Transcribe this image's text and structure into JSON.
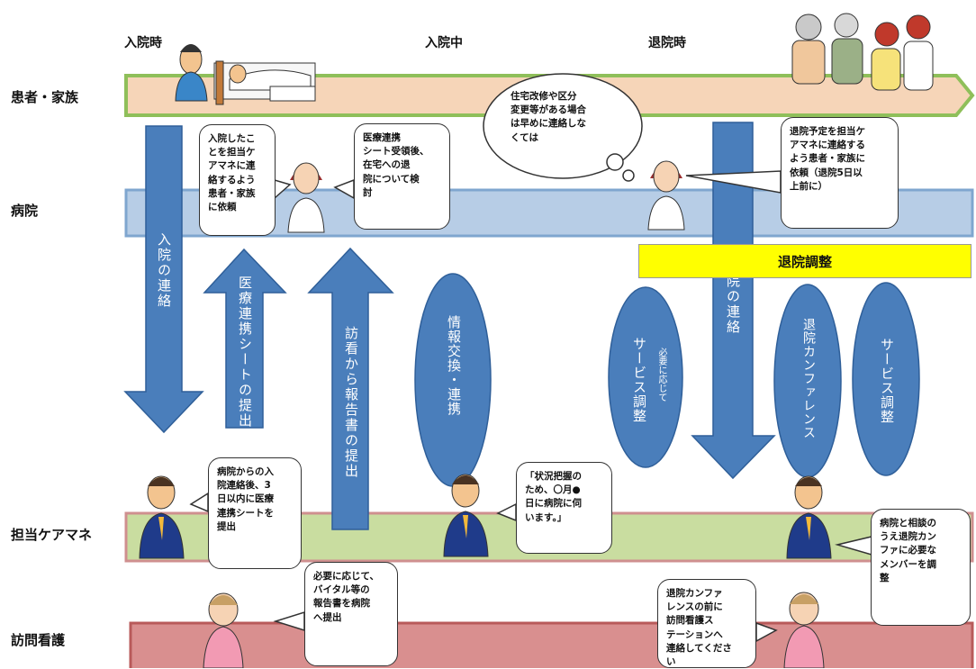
{
  "phases": {
    "admission": "入院時",
    "during": "入院中",
    "discharge": "退院時"
  },
  "lanes": {
    "patient": "患者・家族",
    "hospital": "病院",
    "caremanager": "担当ケアマネ",
    "nursing": "訪問看護"
  },
  "arrows": {
    "admission_contact": "入院の連絡",
    "medical_sheet": "医療連携シートの提出",
    "nursing_report": "訪看から報告書の提出",
    "discharge_contact": "退院の連絡"
  },
  "ellipses": {
    "info_exchange": "情報交換・連携",
    "service_adjust_note": "必要に応じて",
    "service_adjust": "サービス調整",
    "conference": "退院カンファレンス",
    "service_adjust2": "サービス調整"
  },
  "discharge_adjust": "退院調整",
  "bubbles": {
    "hospital_left": "入院したこ\nとを担当ケ\nアマネに連\n絡するよう\n患者・家族\nに依頼",
    "hospital_mid": "医療連携\nシート受領後、\n在宅への退\n院について検\n討",
    "thought": "住宅改修や区分\n変更等がある場合\nは早めに連絡しな\nくては",
    "hospital_right": "退院予定を担当ケ\nアマネに連絡する\nよう患者・家族に\n依頼（退院5日以\n上前に）",
    "cm_left": "病院からの入\n院連絡後、3\n日以内に医療\n連携シートを\n提出",
    "cm_mid": "「状況把握の\nため、〇月●\n日に病院に伺\nいます。」",
    "cm_right": "病院と相談の\nうえ退院カン\nファに必要な\nメンバーを調\n整",
    "nurse_left": "必要に応じて、\nバイタル等の\n報告書を病院\nへ提出",
    "nurse_right": "退院カンファ\nレンスの前に\n訪問看護ス\nテーションへ\n連絡してくださ\nい"
  },
  "colors": {
    "patient_band": "#f6d5b8",
    "patient_border": "#8fbf5a",
    "hospital_band": "#b7cde6",
    "hospital_border": "#7fa6cf",
    "cm_band": "#c9dda0",
    "cm_border": "#cf8f8f",
    "nursing_band": "#d98f8f",
    "nursing_border": "#b85a5a",
    "arrow_blue": "#4a7ebb",
    "yellow": "#ffff00"
  }
}
